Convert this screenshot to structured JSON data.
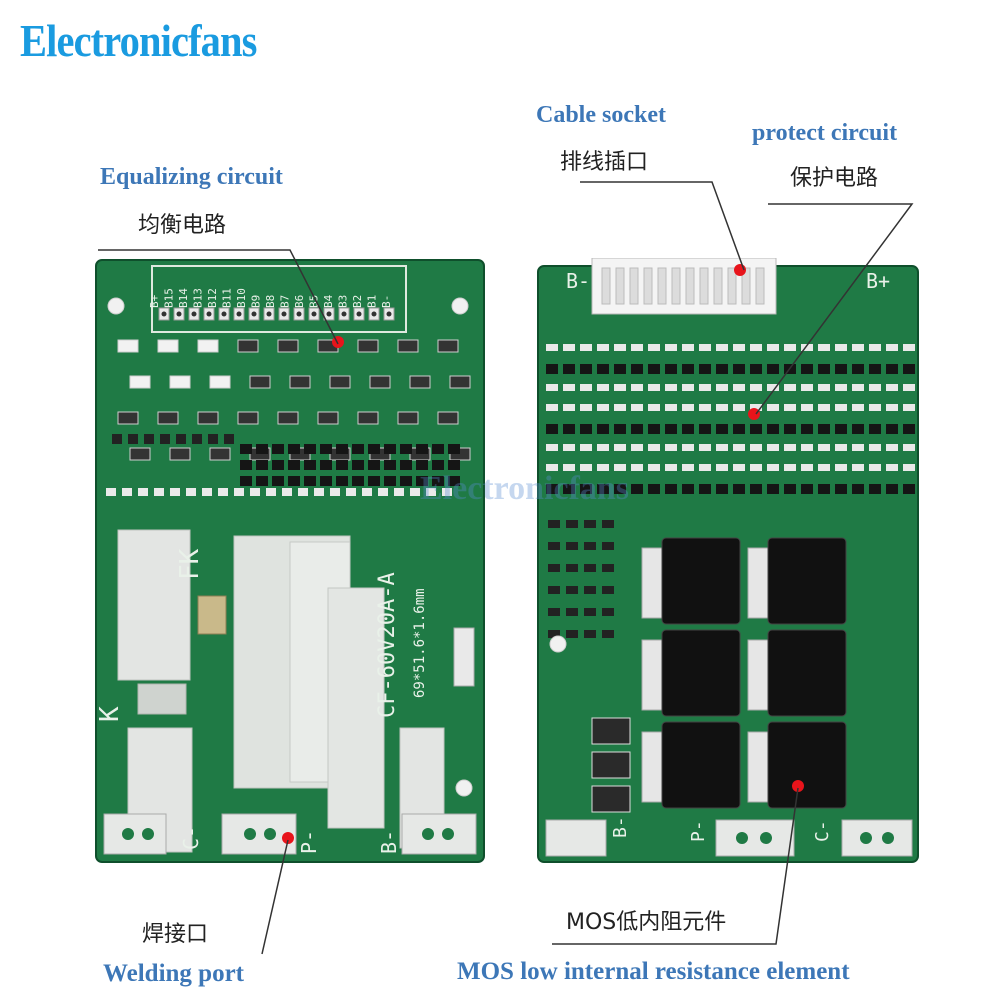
{
  "brand": {
    "text": "Electronicfans",
    "color": "#1a9be0"
  },
  "watermark": "Electronicfans",
  "callouts": {
    "equalizing": {
      "en": "Equalizing circuit",
      "cn": "均衡电路"
    },
    "cable_socket": {
      "en": "Cable socket",
      "cn": "排线插口"
    },
    "protect": {
      "en": "protect circuit",
      "cn": "保护电路"
    },
    "welding": {
      "en": "Welding port",
      "cn": "焊接口"
    },
    "mos": {
      "en": "MOS low internal resistance element",
      "cn": "MOS低内阻元件"
    }
  },
  "left_board": {
    "silk_cells": [
      "B+",
      "B15",
      "B14",
      "B13",
      "B12",
      "B11",
      "B10",
      "B9",
      "B8",
      "B7",
      "B6",
      "B5",
      "B4",
      "B3",
      "B2",
      "B1",
      "B-"
    ],
    "model": "CF-60V20A-A",
    "size": "69*51.6*1.6mm",
    "pad_labels": [
      "C-",
      "P-",
      "B-"
    ],
    "fk": "FK",
    "k": "K"
  },
  "right_board": {
    "silk_labels": [
      "B-",
      "B+",
      "B-",
      "P-",
      "C-"
    ]
  },
  "colors": {
    "pcb": "#1f7a45",
    "pcb_dark": "#14603a",
    "accent_label": "#3d77b7",
    "marker": "#e8141b"
  }
}
